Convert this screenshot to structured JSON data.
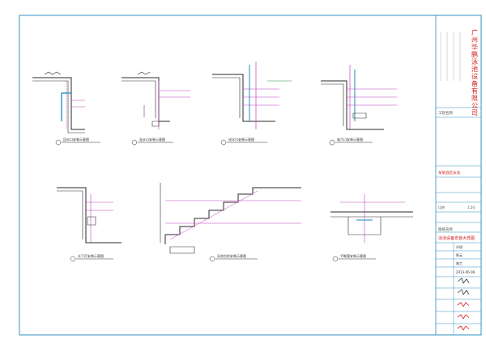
{
  "title_block": {
    "company": "广州华鹏泳池设备有限公司",
    "project_label": "工程名称",
    "project_name": "某某酒店泳池",
    "drawing_label": "图纸名称",
    "drawing_name": "泳池设备安装大样图",
    "scale_label": "比例",
    "scale_value": "1:20",
    "date_value": "2013-06-06",
    "designer": "许锐",
    "checker": "陈云",
    "sheet_no": "施工"
  },
  "captions": {
    "d1": "回水口安装示意图",
    "d2": "溢水口安装示意图",
    "d3": "进水口安装示意图",
    "d4": "吸污口安装示意图",
    "d5": "水下灯安装示意图",
    "d6": "泳池台阶安装示意图",
    "d7": "平衡管安装示意图"
  },
  "colors": {
    "ink": "#2a2a2a",
    "pipe": "#c040c0",
    "cyan": "#40a0c8",
    "blue": "#4060d0",
    "green": "#209040",
    "red": "#d02020",
    "orange": "#d07020",
    "frame": "#3090c0"
  }
}
